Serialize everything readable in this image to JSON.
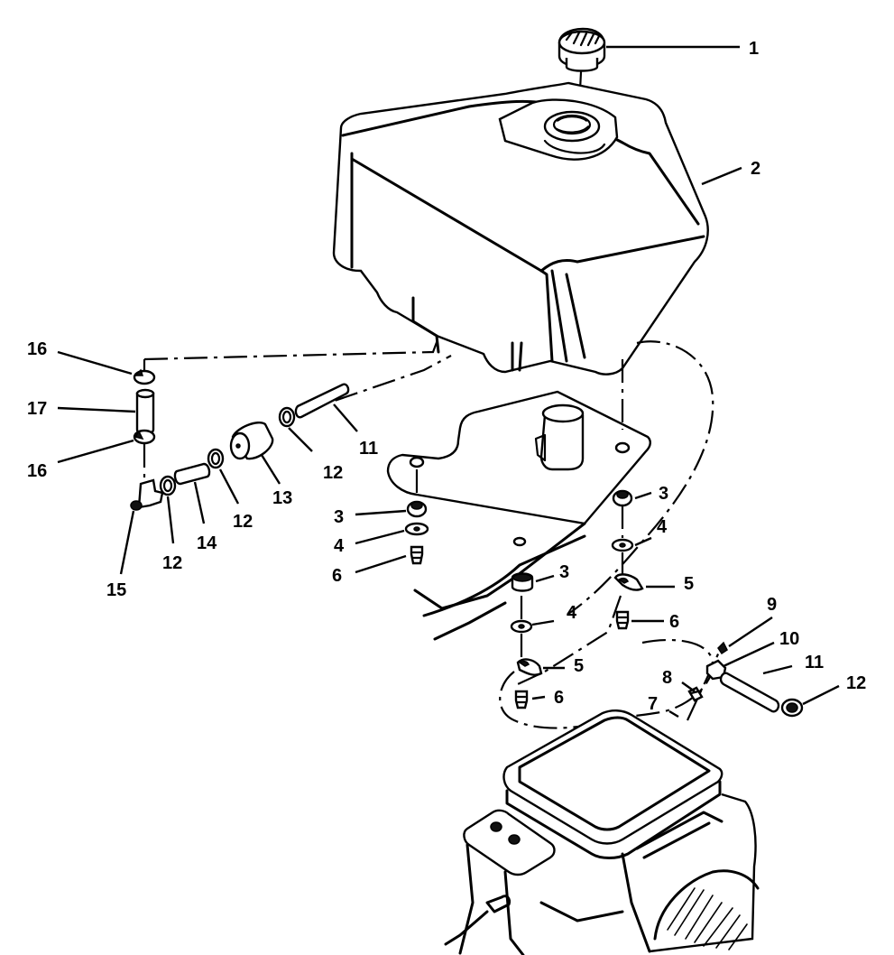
{
  "diagram": {
    "callouts": [
      {
        "id": "c1",
        "label": "1"
      },
      {
        "id": "c2",
        "label": "2"
      },
      {
        "id": "c3a",
        "label": "3"
      },
      {
        "id": "c3b",
        "label": "3"
      },
      {
        "id": "c3c",
        "label": "3"
      },
      {
        "id": "c4a",
        "label": "4"
      },
      {
        "id": "c4b",
        "label": "4"
      },
      {
        "id": "c4c",
        "label": "4"
      },
      {
        "id": "c5a",
        "label": "5"
      },
      {
        "id": "c5b",
        "label": "5"
      },
      {
        "id": "c6a",
        "label": "6"
      },
      {
        "id": "c6b",
        "label": "6"
      },
      {
        "id": "c6c",
        "label": "6"
      },
      {
        "id": "c7",
        "label": "7"
      },
      {
        "id": "c8",
        "label": "8"
      },
      {
        "id": "c9",
        "label": "9"
      },
      {
        "id": "c10",
        "label": "10"
      },
      {
        "id": "c11a",
        "label": "11"
      },
      {
        "id": "c11b",
        "label": "11"
      },
      {
        "id": "c12a",
        "label": "12"
      },
      {
        "id": "c12b",
        "label": "12"
      },
      {
        "id": "c12c",
        "label": "12"
      },
      {
        "id": "c12d",
        "label": "12"
      },
      {
        "id": "c13",
        "label": "13"
      },
      {
        "id": "c14",
        "label": "14"
      },
      {
        "id": "c15",
        "label": "15"
      },
      {
        "id": "c16a",
        "label": "16"
      },
      {
        "id": "c16b",
        "label": "16"
      },
      {
        "id": "c17",
        "label": "17"
      }
    ]
  }
}
